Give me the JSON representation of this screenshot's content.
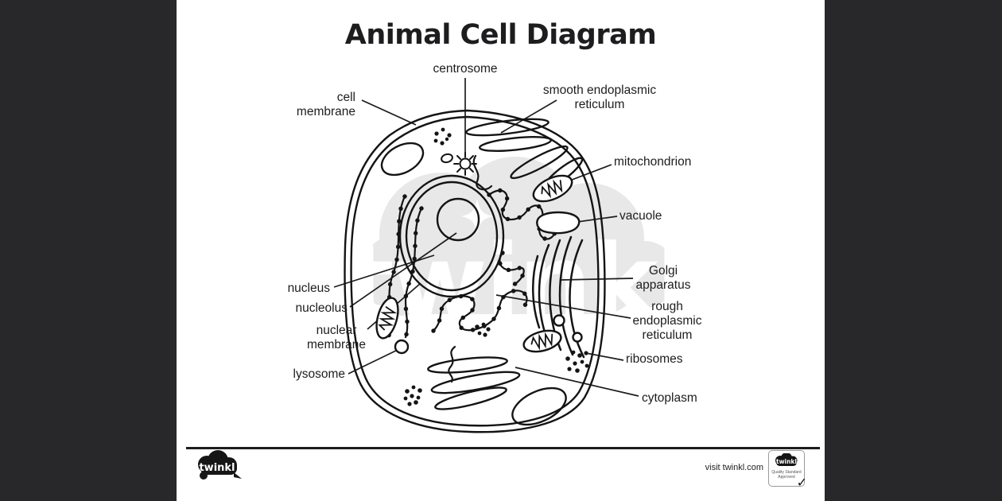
{
  "frame": {
    "bar_color": "#28282a",
    "page_bg": "#ffffff",
    "ink": "#1d1d1d"
  },
  "title": "Animal Cell Diagram",
  "watermark": {
    "text": "twinkl",
    "color": "#e8e8e8"
  },
  "labels": {
    "centrosome": "centrosome",
    "cell_membrane": "cell membrane",
    "smooth_endoplasmic_reticulum": "smooth endoplasmic\nreticulum",
    "mitochondrion": "mitochondrion",
    "vacuole": "vacuole",
    "golgi_apparatus": "Golgi\napparatus",
    "rough_endoplasmic_reticulum": "rough\nendoplasmic\nreticulum",
    "ribosomes": "ribosomes",
    "cytoplasm": "cytoplasm",
    "nucleus": "nucleus",
    "nucleolus": "nucleolus",
    "nuclear_membrane": "nuclear\nmembrane",
    "lysosome": "lysosome"
  },
  "footer": {
    "logo_text": "twinkl",
    "visit_text": "visit twinkl.com",
    "badge_logo_text": "twinkl",
    "badge_line1": "Quality Standard",
    "badge_line2": "Approved",
    "badge_check": "✓"
  }
}
